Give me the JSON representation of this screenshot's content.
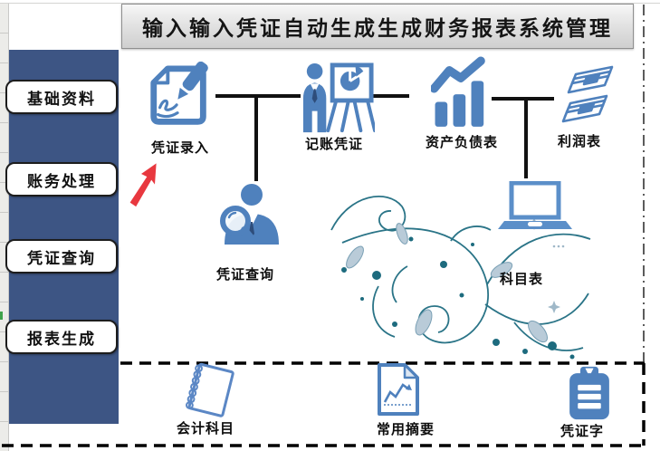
{
  "window": {
    "title": "输入输入凭证自动生成生成财务报表系统管理"
  },
  "sidebar": {
    "items": [
      {
        "label": "基础资料"
      },
      {
        "label": "账务处理"
      },
      {
        "label": "凭证查询"
      },
      {
        "label": "报表生成"
      }
    ]
  },
  "flow": {
    "nodes": [
      {
        "id": "voucher-entry",
        "label": "凭证录入",
        "icon": "pen-document-icon"
      },
      {
        "id": "bookkeeping-voucher",
        "label": "记账凭证",
        "icon": "presenter-board-icon"
      },
      {
        "id": "balance-sheet",
        "label": "资产负债表",
        "icon": "bar-chart-icon"
      },
      {
        "id": "profit-statement",
        "label": "利润表",
        "icon": "money-stacks-icon"
      },
      {
        "id": "voucher-query",
        "label": "凭证查询",
        "icon": "person-magnifier-icon"
      },
      {
        "id": "account-list",
        "label": "科目表",
        "icon": "laptop-icon"
      }
    ]
  },
  "bottom_row": {
    "items": [
      {
        "label": "会计科目",
        "icon": "spiral-notebook-icon"
      },
      {
        "label": "常用摘要",
        "icon": "document-chart-icon"
      },
      {
        "label": "凭证字",
        "icon": "clipboard-icon"
      }
    ]
  },
  "colors": {
    "sidebar_blue": "#3d5584",
    "icon_blue": "#4f81bd",
    "flourish_teal": "#2a7487",
    "arrow_red": "#e8383f",
    "title_bar_gray": "#d9d9d9",
    "connector_black": "#111111"
  }
}
